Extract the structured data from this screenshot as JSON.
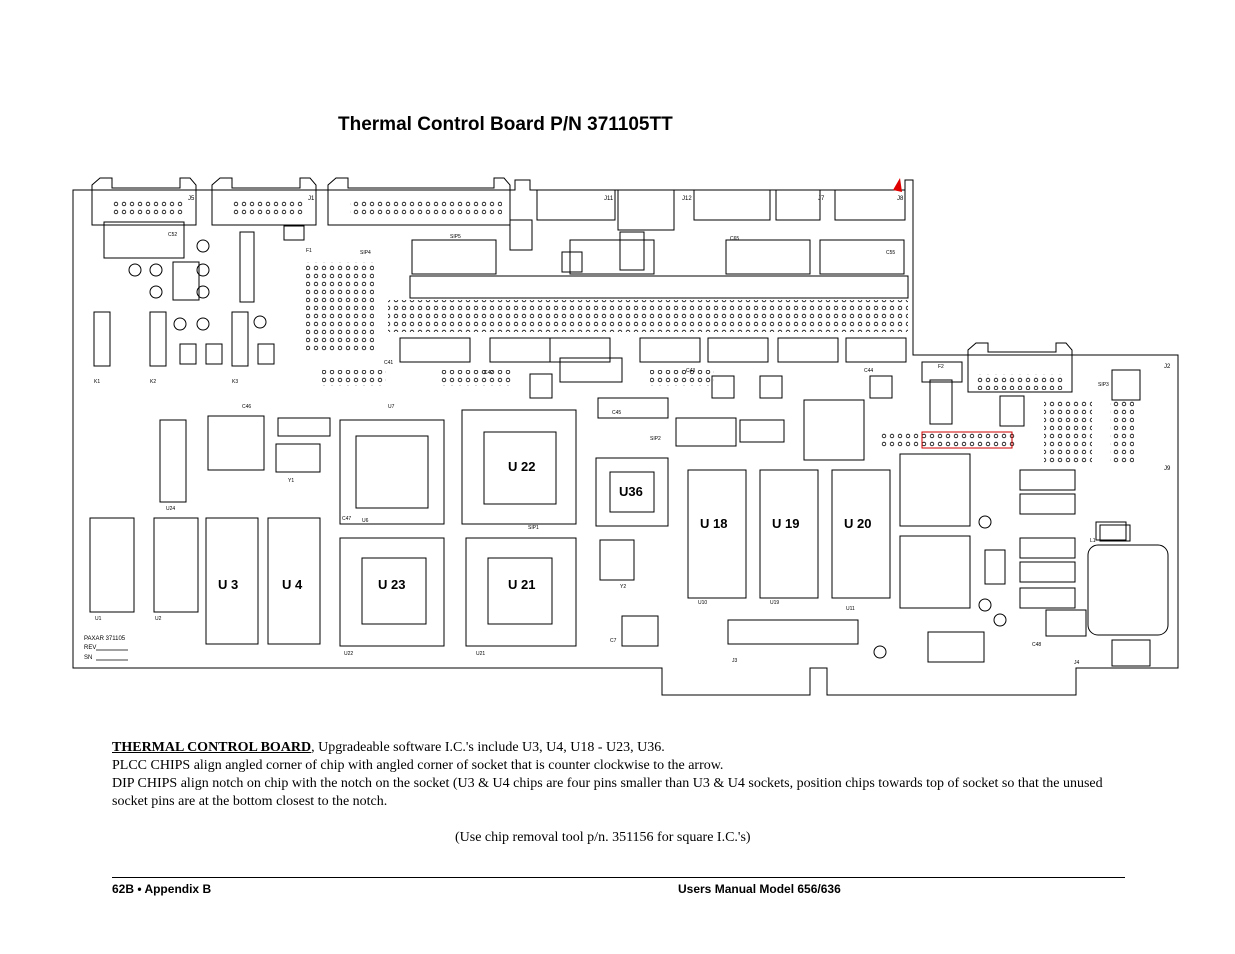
{
  "page": {
    "title": "Thermal Control Board P/N 371105TT"
  },
  "board": {
    "big_chips": [
      "U 3",
      "U 4",
      "U 23",
      "U 21",
      "U 22",
      "U36",
      "U 18",
      "U 19",
      "U 20"
    ],
    "connectors": [
      "J5",
      "J1",
      "J11",
      "J12",
      "J7",
      "J8",
      "J2",
      "J9"
    ],
    "silkscreen": [
      "PAXAR 371105",
      "REV",
      "SN"
    ],
    "small_labels": [
      "U1",
      "U2",
      "U24",
      "U6",
      "U7",
      "U22",
      "U21",
      "U10",
      "U19",
      "U11",
      "J3",
      "J4",
      "C7",
      "Y1",
      "Y2",
      "F1",
      "F2",
      "L1",
      "K1",
      "K2",
      "K3",
      "SIP4",
      "SIP5",
      "SIP1",
      "SIP2",
      "SIP3",
      "C52",
      "C55",
      "C65",
      "C41",
      "C42",
      "C43",
      "C44",
      "C45",
      "C46",
      "C47",
      "C48"
    ]
  },
  "caption": {
    "lead": "THERMAL CONTROL BOARD",
    "lead_rest": ", Upgradeable software I.C.'s include  U3, U4, U18 - U23, U36.",
    "line2": "PLCC CHIPS align angled corner of chip with angled corner of socket that is counter clockwise to the arrow.",
    "line3": "DIP CHIPS align notch on chip with the notch on the socket (U3 & U4 chips are four pins smaller than U3 & U4 sockets, position chips towards top of socket so that the unused socket pins are at the bottom closest to the notch.",
    "tool_note": "(Use chip removal tool p/n. 351156 for square I.C.'s)"
  },
  "footer": {
    "left": "62B  •  Appendix B",
    "right": "Users Manual Model 656/636"
  }
}
